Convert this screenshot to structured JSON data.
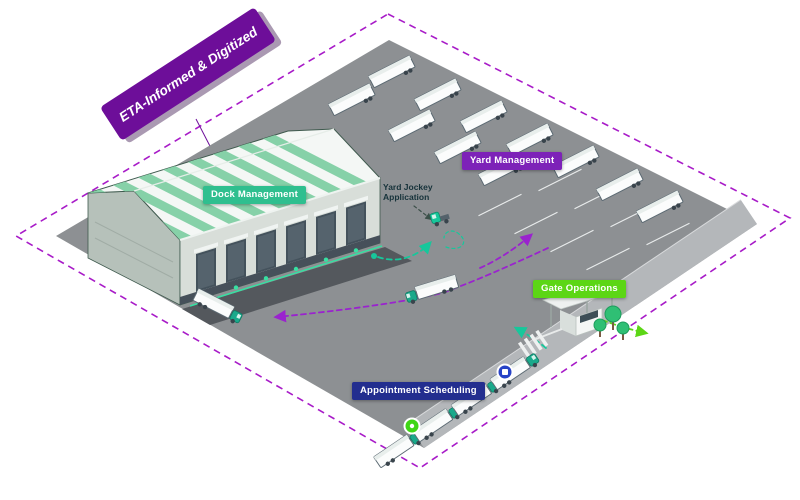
{
  "diagram": {
    "ribbon": {
      "label": "ETA-Informed & Digitized"
    },
    "badges": {
      "dock": "Dock Management",
      "yard": "Yard Management",
      "gate": "Gate Operations",
      "appointment": "Appointment Scheduling"
    },
    "annotations": {
      "yard_jockey_line1": "Yard Jockey",
      "yard_jockey_line2": "Application"
    },
    "colors": {
      "ribbon": "#6d0e99",
      "dock": "#2fbf8f",
      "yard": "#7d22b8",
      "gate": "#5cd615",
      "appointment": "#232e8f",
      "boundary": "#a81bc8",
      "flow_teal": "#17c79b",
      "flow_purple": "#9a23ce",
      "flow_green": "#5cd615",
      "status_green": "#3fd615",
      "status_blue": "#2743c7"
    }
  }
}
